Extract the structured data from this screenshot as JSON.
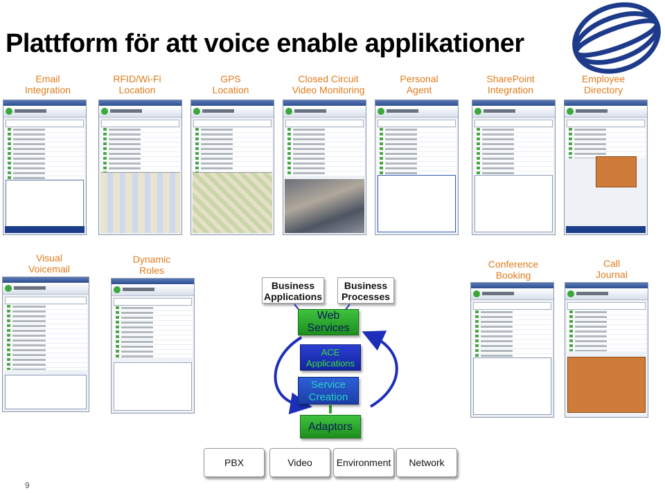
{
  "slide": {
    "title": "Plattform för att voice enable applikationer",
    "page_number": "9"
  },
  "colors": {
    "caption": "#e07b1c",
    "logo": "#1e3a8a",
    "green": "#2aa52a",
    "blue": "#1d2fb8"
  },
  "top_features": [
    {
      "line1": "Email",
      "line2": "Integration"
    },
    {
      "line1": "RFID/Wi-Fi",
      "line2": "Location"
    },
    {
      "line1": "GPS",
      "line2": "Location"
    },
    {
      "line1": "Closed Circuit",
      "line2": "Video Monitoring"
    },
    {
      "line1": "Personal",
      "line2": "Agent"
    },
    {
      "line1": "SharePoint",
      "line2": "Integration"
    },
    {
      "line1": "Employee",
      "line2": "Directory"
    }
  ],
  "bottom_left_features": [
    {
      "line1": "Visual",
      "line2": "Voicemail"
    },
    {
      "line1": "Dynamic",
      "line2": "Roles"
    }
  ],
  "bottom_right_features": [
    {
      "line1": "Conference",
      "line2": "Booking"
    },
    {
      "line1": "Call",
      "line2": "Journal"
    }
  ],
  "architecture": {
    "business_applications": {
      "line1": "Business",
      "line2": "Applications"
    },
    "business_processes": {
      "line1": "Business",
      "line2": "Processes"
    },
    "web_services": {
      "line1": "Web",
      "line2": "Services"
    },
    "ace_applications": {
      "line1": "ACE",
      "line2": "Applications"
    },
    "service_creation": {
      "line1": "Service",
      "line2": "Creation"
    },
    "adaptors": "Adaptors",
    "backends": [
      "PBX",
      "Video",
      "Environment",
      "Network"
    ]
  }
}
